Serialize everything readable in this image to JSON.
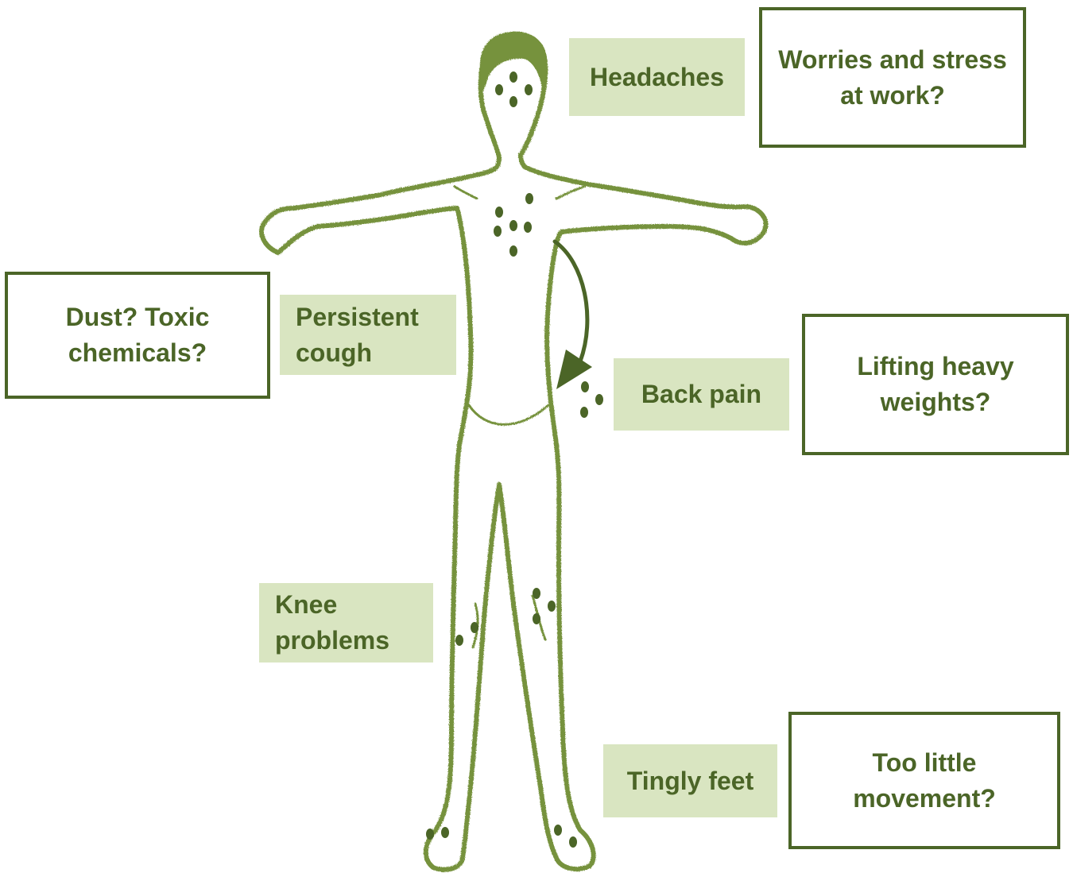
{
  "colors": {
    "accent": "#4b6527",
    "figure_outline": "#76923c",
    "symptom_fill": "#d9e5c1",
    "background": "#ffffff"
  },
  "symptoms": {
    "headaches": "Headaches",
    "persistent_cough": "Persistent cough",
    "back_pain": "Back pain",
    "knee_problems": "Knee problems",
    "tingly_feet": "Tingly feet"
  },
  "causes": {
    "stress": "Worries and stress at work?",
    "dust": "Dust? Toxic chemicals?",
    "lifting": "Lifting heavy weights?",
    "movement": "Too little movement?"
  }
}
